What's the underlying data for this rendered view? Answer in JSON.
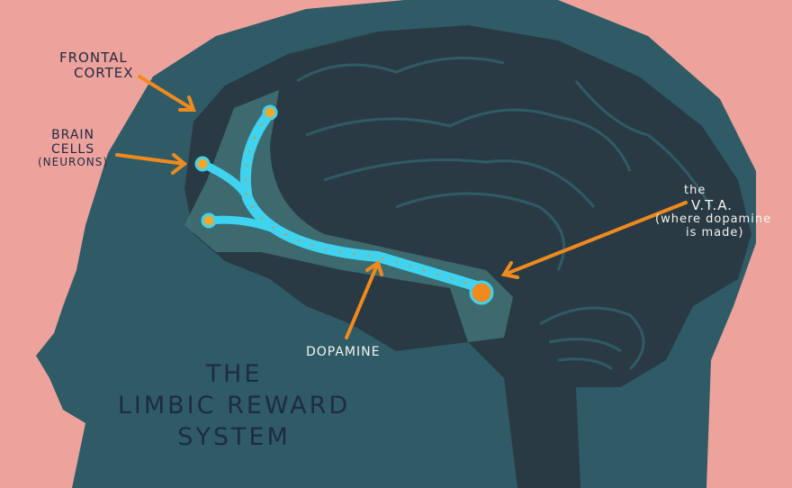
{
  "title": [
    "THE",
    "LIMBIC REWARD",
    "SYSTEM"
  ],
  "labels": {
    "frontal_cortex": [
      "FRONTAL",
      "CORTEX"
    ],
    "brain_cells": [
      "BRAIN",
      "CELLS",
      "(NEURONS)"
    ],
    "dopamine": "DOPAMINE",
    "vta": {
      "line1": "the",
      "line2": "V.T.A.",
      "line3": "(where dopamine",
      "line4": "is made)"
    }
  },
  "colors": {
    "background": "#eda39c",
    "head": "#2f5b66",
    "brain": "#2a3a44",
    "glow": "#3f7074",
    "pathway": "#3fd3f0",
    "arrow": "#f08a1e"
  }
}
